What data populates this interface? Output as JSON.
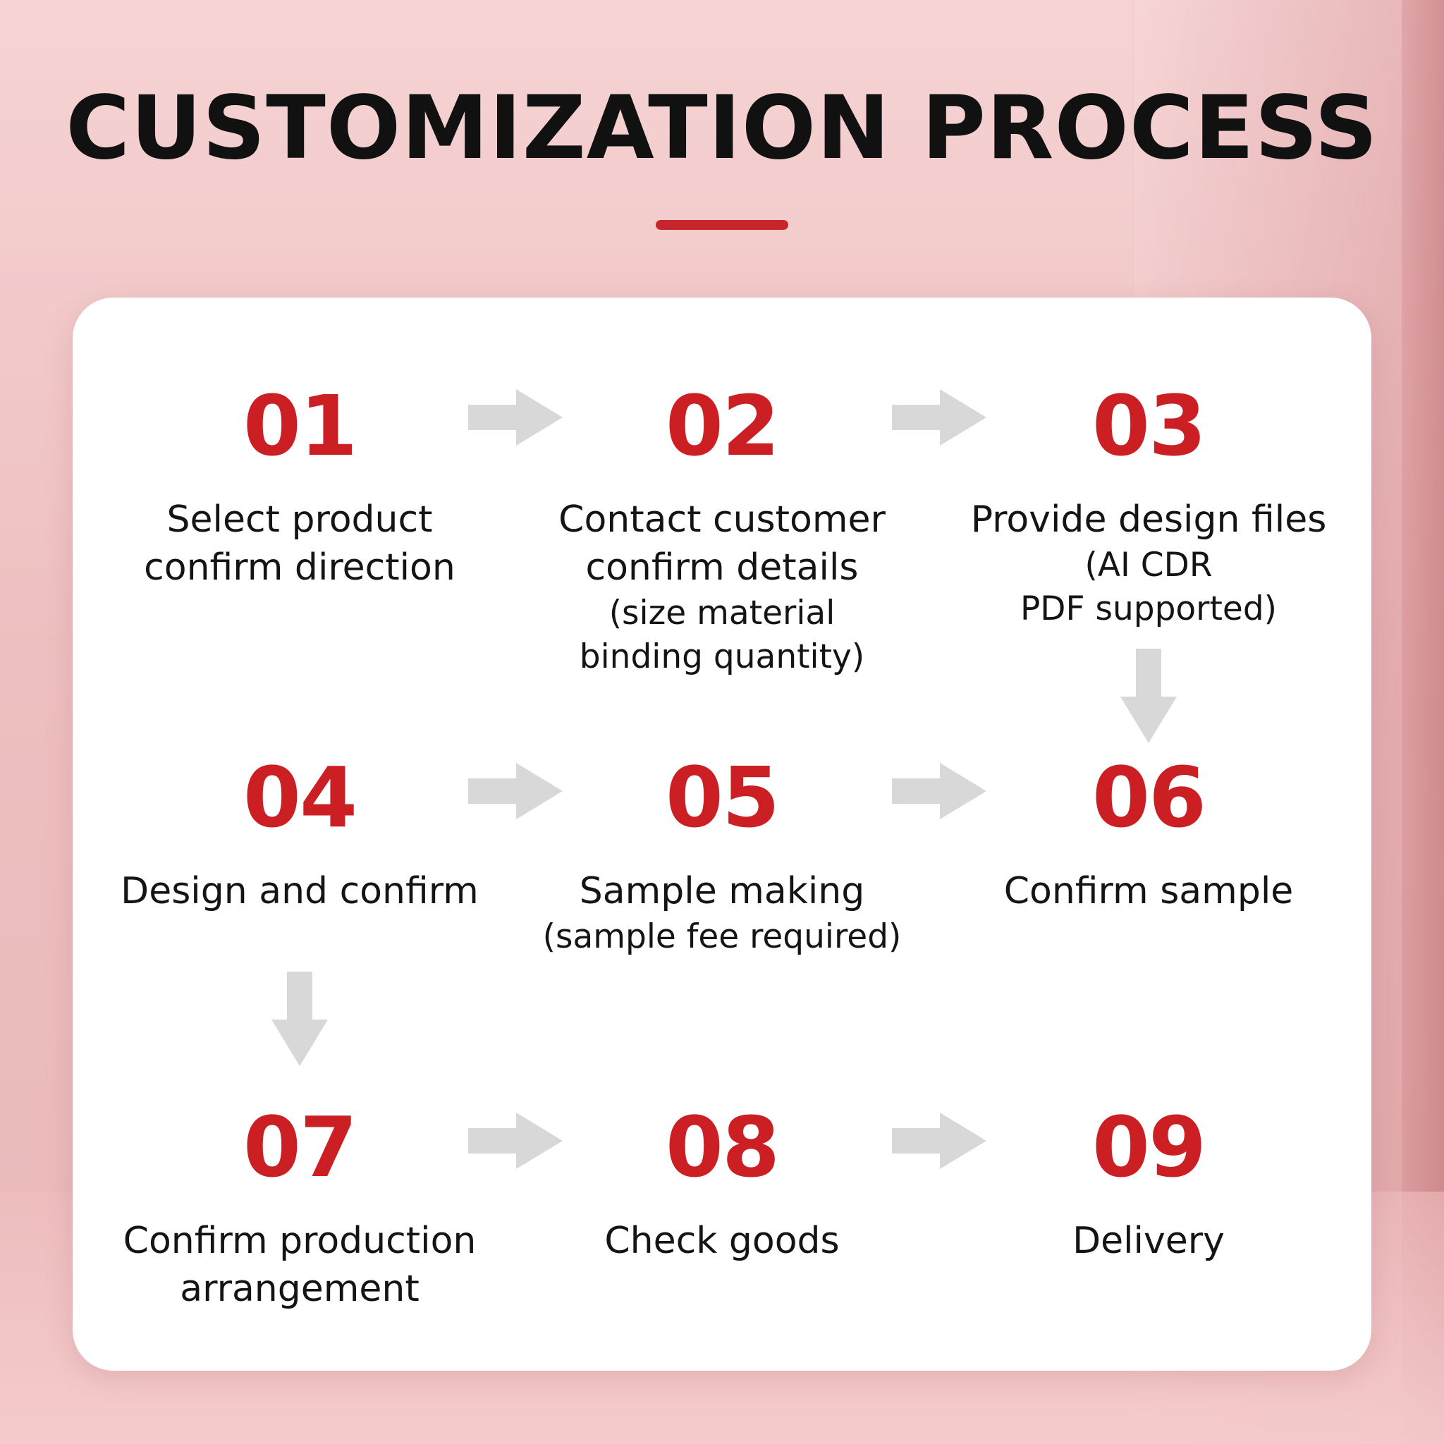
{
  "title": "CUSTOMIZATION PROCESS",
  "colors": {
    "accent": "#cc1f24",
    "arrow": "#d8d8d8",
    "card": "#ffffff",
    "background": "#f2c7c8"
  },
  "steps": [
    {
      "number": "01",
      "line1": "Select product",
      "line2": "confirm direction",
      "sub1": "",
      "sub2": ""
    },
    {
      "number": "02",
      "line1": "Contact customer",
      "line2": "confirm details",
      "sub1": "(size material",
      "sub2": "binding quantity)"
    },
    {
      "number": "03",
      "line1": "Provide design files",
      "line2": "",
      "sub1": "(AI CDR",
      "sub2": "PDF supported)"
    },
    {
      "number": "04",
      "line1": "Design and confirm",
      "line2": "",
      "sub1": "",
      "sub2": ""
    },
    {
      "number": "05",
      "line1": "Sample making",
      "line2": "",
      "sub1": "(sample fee required)",
      "sub2": ""
    },
    {
      "number": "06",
      "line1": "Confirm sample",
      "line2": "",
      "sub1": "",
      "sub2": ""
    },
    {
      "number": "07",
      "line1": "Confirm production",
      "line2": "arrangement",
      "sub1": "",
      "sub2": ""
    },
    {
      "number": "08",
      "line1": "Check goods",
      "line2": "",
      "sub1": "",
      "sub2": ""
    },
    {
      "number": "09",
      "line1": "Delivery",
      "line2": "",
      "sub1": "",
      "sub2": ""
    }
  ]
}
